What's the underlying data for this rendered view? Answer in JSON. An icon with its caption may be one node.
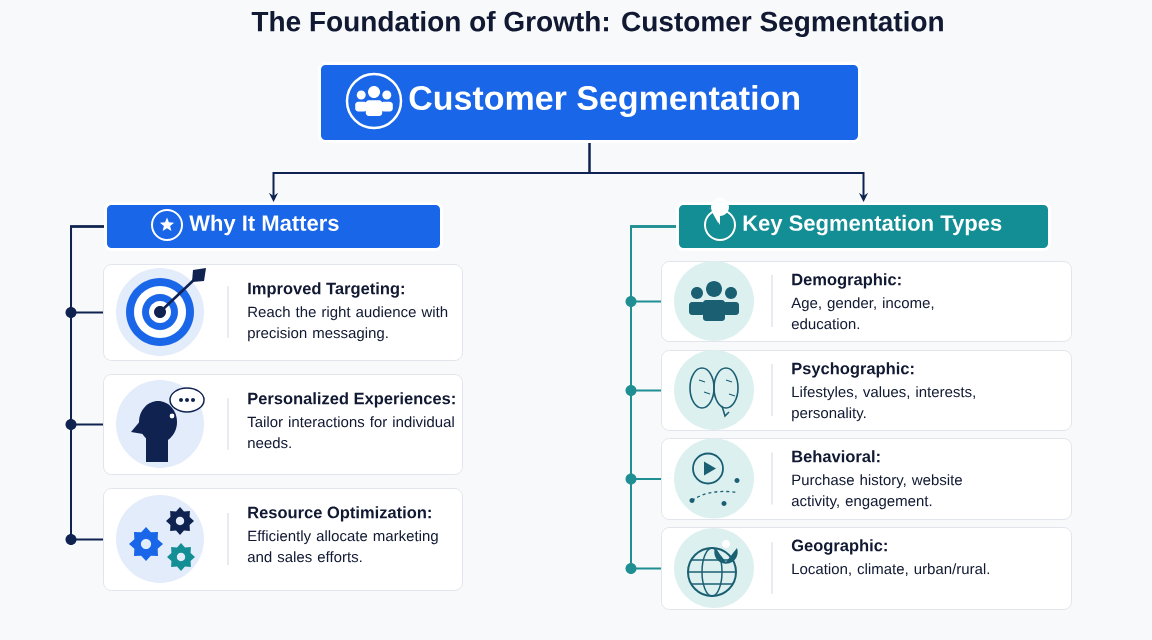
{
  "diagram": {
    "title": "The Foundation of Growth: Customer Segmentation",
    "nodes": [
      {
        "text": [
          "Customer Segmentation"
        ]
      },
      {
        "text": [
          "Why It Matters"
        ]
      },
      {
        "text": [
          "Improved Targeting:",
          "Reach the right audience with precision messaging."
        ]
      },
      {
        "text": [
          "Personalized Experiences:",
          "Tailor interactions for individual needs."
        ]
      },
      {
        "text": [
          "Resource Optimization:",
          "Efficiently allocate marketing and sales efforts."
        ]
      },
      {
        "text": [
          "Key Segmentation Types"
        ]
      },
      {
        "text": [
          "Demographic:",
          "Age, gender, income, education."
        ]
      },
      {
        "text": [
          "Psychographic:",
          "Lifestyles, values, interests, personality."
        ]
      },
      {
        "text": [
          "Behavioral:",
          "Purchase history, website activity, engagement."
        ]
      },
      {
        "text": [
          "Geographic:",
          "Location, climate, urban/rural."
        ]
      }
    ],
    "edges": [
      {
        "from": 0,
        "to": 1,
        "arrow": "to"
      },
      {
        "from": 0,
        "to": 5,
        "arrow": "to"
      },
      {
        "from": 1,
        "to": 2,
        "arrow": "none"
      },
      {
        "from": 1,
        "to": 3,
        "arrow": "none"
      },
      {
        "from": 1,
        "to": 4,
        "arrow": "none"
      },
      {
        "from": 5,
        "to": 6,
        "arrow": "none",
        "color": "#1f8f94"
      },
      {
        "from": 5,
        "to": 7,
        "arrow": "none",
        "color": "#1f8f94"
      },
      {
        "from": 5,
        "to": 8,
        "arrow": "none",
        "color": "#1f8f94"
      },
      {
        "from": 5,
        "to": 9,
        "arrow": "none",
        "color": "#1f8f94"
      }
    ]
  }
}
